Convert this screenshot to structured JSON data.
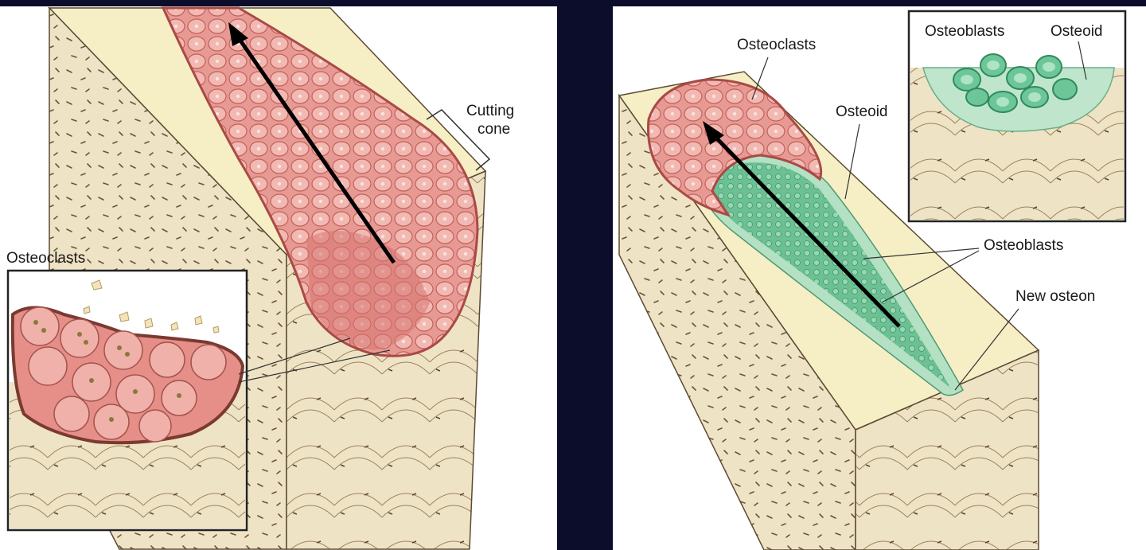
{
  "left_panel": {
    "label_cutting_cone_line1": "Cutting",
    "label_cutting_cone_line2": "cone",
    "label_osteoclasts": "Osteoclasts"
  },
  "right_panel": {
    "label_osteoclasts": "Osteoclasts",
    "label_osteoid": "Osteoid",
    "label_osteoblasts": "Osteoblasts",
    "label_new_osteon": "New osteon",
    "inset_label_osteoblasts": "Osteoblasts",
    "inset_label_osteoid": "Osteoid"
  },
  "colors": {
    "background": "#0b0d2a",
    "panel": "#ffffff",
    "bone": "#efe3c6",
    "bone_dark": "#d9c8a2",
    "canal": "#f7f1b8",
    "osteoclast": "#e08a84",
    "osteoclast_dark": "#b8504d",
    "osteoid": "#7ec99d",
    "osteoblast": "#5fbf8d"
  }
}
